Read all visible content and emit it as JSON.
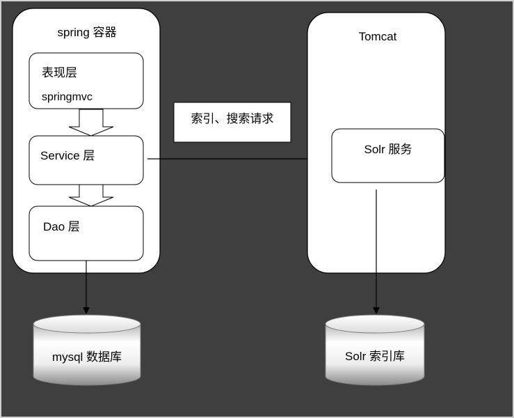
{
  "colors": {
    "background": "#3f3f3f",
    "shape_fill": "#ffffff",
    "stroke": "#000000"
  },
  "spring_container": {
    "title": "spring 容器",
    "presentation_layer": {
      "title": "表现层",
      "subtitle": "springmvc"
    },
    "service_layer": {
      "label": "Service 层"
    },
    "dao_layer": {
      "label": "Dao 层"
    }
  },
  "request_label": "索引、搜索请求",
  "tomcat_container": {
    "title": "Tomcat",
    "solr_service": {
      "label": "Solr 服务"
    }
  },
  "databases": {
    "mysql": "mysql 数据库",
    "solr_index": "Solr 索引库"
  }
}
